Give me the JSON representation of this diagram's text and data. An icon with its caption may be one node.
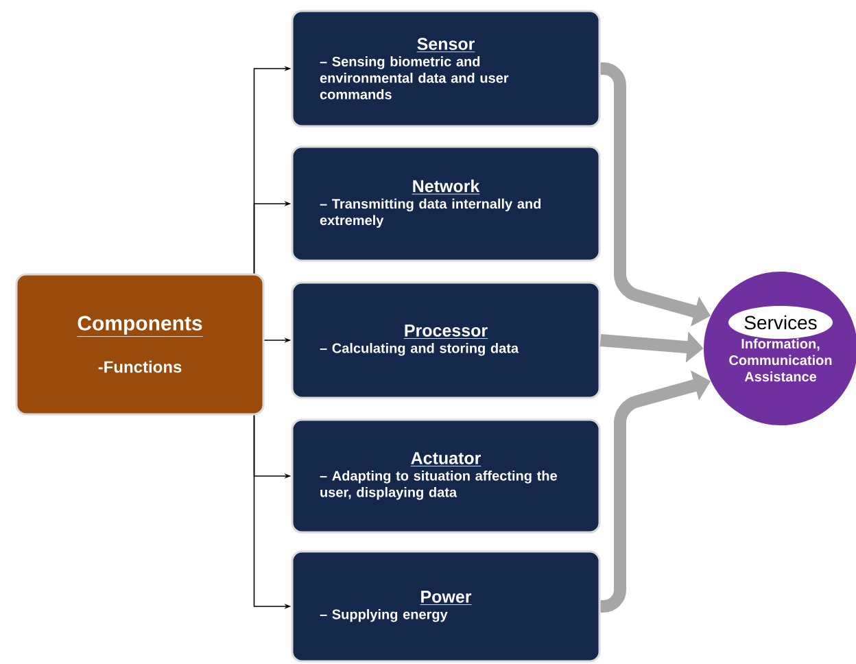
{
  "diagram": {
    "nodes": [
      {
        "text": [
          "Components",
          "-Functions"
        ]
      },
      {
        "text": [
          "Sensor",
          "– Sensing biometric and environmental data and user commands"
        ]
      },
      {
        "text": [
          "Network",
          "– Transmitting data internally and extremely"
        ]
      },
      {
        "text": [
          "Processor",
          "– Calculating and storing data"
        ]
      },
      {
        "text": [
          "Actuator",
          "– Adapting to situation affecting the user, displaying data"
        ]
      },
      {
        "text": [
          "Power",
          "– Supplying energy"
        ]
      },
      {
        "text": [
          "Services",
          "Information, Communication Assistance"
        ]
      }
    ],
    "edges": [
      {
        "from": 0,
        "to": 1,
        "arrow": "to"
      },
      {
        "from": 0,
        "to": 2,
        "arrow": "to"
      },
      {
        "from": 0,
        "to": 3,
        "arrow": "to"
      },
      {
        "from": 0,
        "to": 4,
        "arrow": "to"
      },
      {
        "from": 0,
        "to": 5,
        "arrow": "to"
      },
      {
        "from": 1,
        "to": 6,
        "arrow": "to",
        "style": "thick",
        "color": "#a6a6a6"
      },
      {
        "from": 3,
        "to": 6,
        "arrow": "to",
        "style": "thick",
        "color": "#a6a6a6"
      },
      {
        "from": 5,
        "to": 6,
        "arrow": "to",
        "style": "thick",
        "color": "#a6a6a6"
      }
    ]
  }
}
